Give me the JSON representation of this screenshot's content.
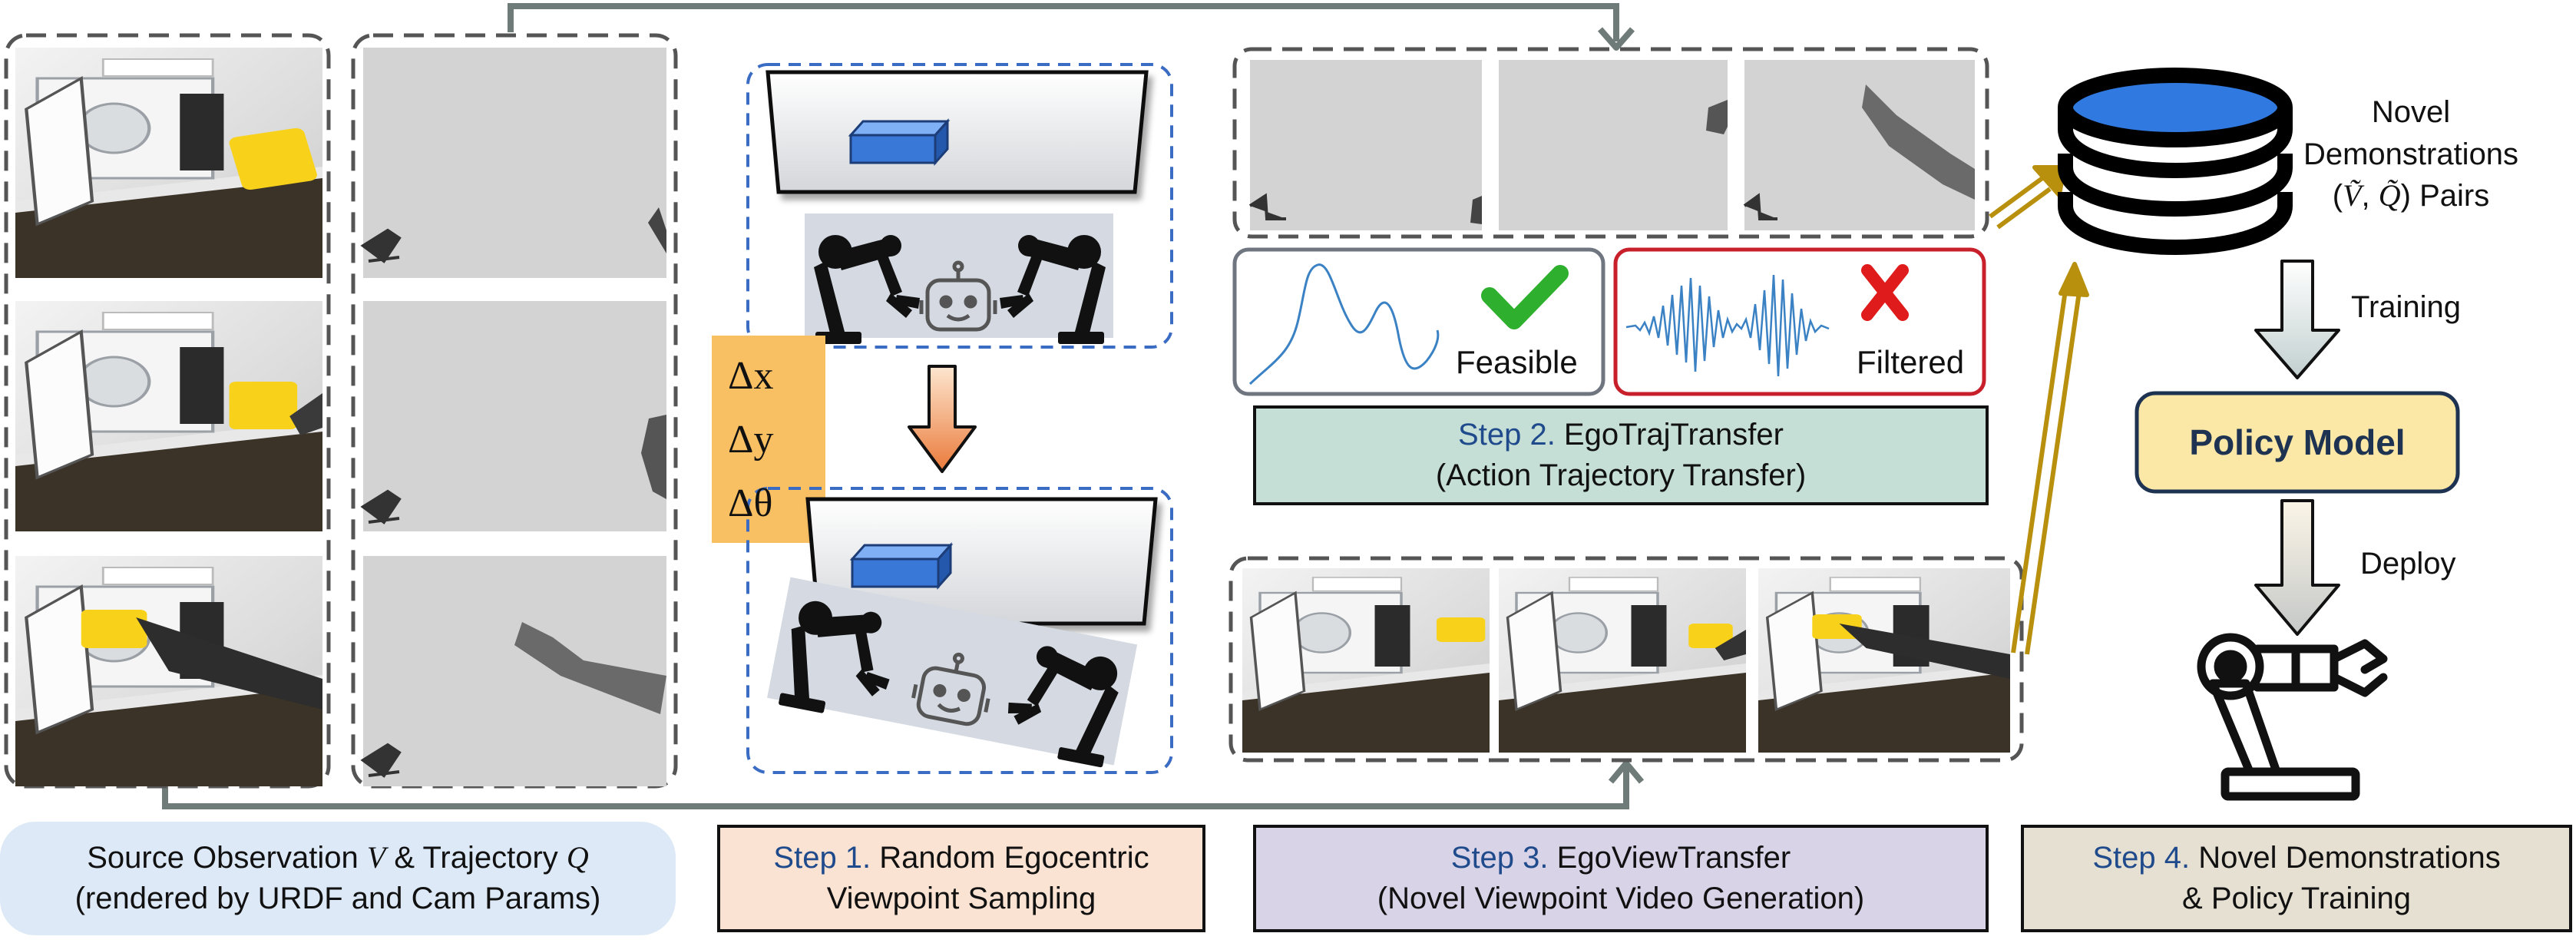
{
  "deltas": [
    "Δx",
    "Δy",
    "Δθ"
  ],
  "check_labels": {
    "feasible": "Feasible",
    "filtered": "Filtered"
  },
  "captions": {
    "source": {
      "line1_prefix": "Source Observation ",
      "v_symbol": "V",
      "line1_mid": " & Trajectory ",
      "q_symbol": "Q",
      "line2": "(rendered by URDF and Cam Params)"
    },
    "step1": {
      "step": "Step 1.",
      "line1": " Random Egocentric",
      "line2": "Viewpoint Sampling"
    },
    "step2": {
      "step": "Step 2.",
      "line1": " EgoTrajTransfer",
      "line2": "(Action Trajectory Transfer)"
    },
    "step3": {
      "step": "Step 3.",
      "line1": " EgoViewTransfer",
      "line2": "(Novel Viewpoint Video Generation)"
    },
    "step4": {
      "step": "Step 4.",
      "line1": " Novel Demonstrations",
      "line2": "& Policy Training"
    }
  },
  "novel_demos": {
    "line1": "Novel",
    "line2": "Demonstrations",
    "pair_open": "(",
    "v_tilde": "Ṽ",
    "sep": ", ",
    "q_tilde": "Q̃",
    "pair_close": ")",
    "pairs_word": " Pairs"
  },
  "flow": {
    "training": "Training",
    "deploy": "Deploy",
    "policy_model": "Policy Model"
  },
  "colors": {
    "step_blue": "#1f4a8c",
    "source_bg": "#dde9f6",
    "step1_bg": "#fae3d3",
    "step2_bg": "#c5ded6",
    "step3_bg": "#d8d3e6",
    "step4_bg": "#e6e0d2",
    "policy_bg": "#fbe7a6",
    "delta_bg": "#f8c063",
    "db_blue": "#2f79e0",
    "gold_arrow": "#b8900e",
    "feasible_green": "#2eaf2e",
    "filtered_red": "#e01b1b",
    "arrow_gray": "#6f7b78"
  },
  "icons": [
    "database-icon",
    "robot-arm-icon",
    "robot-face-icon",
    "checkmark-icon",
    "cross-icon",
    "gripper-icon"
  ]
}
